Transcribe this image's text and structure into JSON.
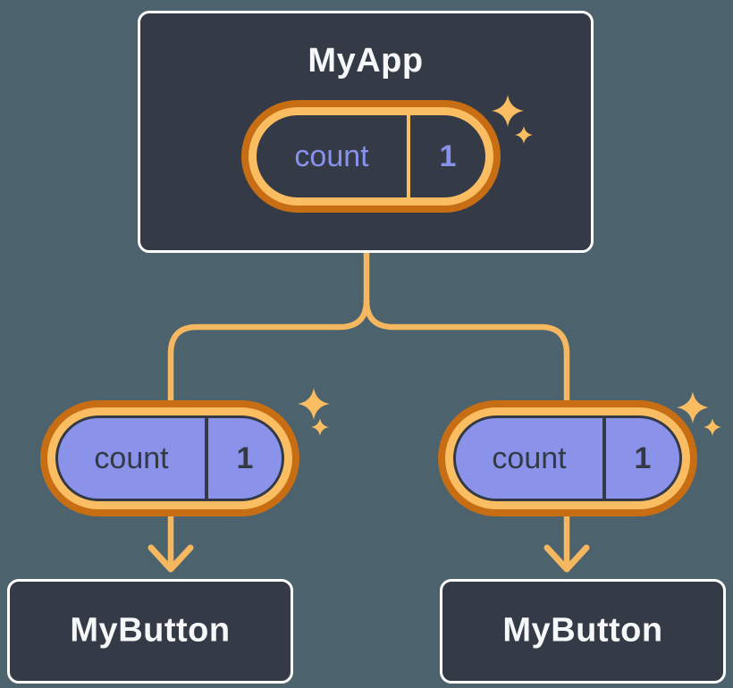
{
  "diagram": {
    "root": {
      "title": "MyApp",
      "state_pill": {
        "label": "count",
        "value": "1"
      }
    },
    "branches": [
      {
        "prop_pill": {
          "label": "count",
          "value": "1"
        },
        "child_title": "MyButton"
      },
      {
        "prop_pill": {
          "label": "count",
          "value": "1"
        },
        "child_title": "MyButton"
      }
    ],
    "icons": {
      "sparkle": "sparkle-icon",
      "arrowhead": "arrow-down-icon"
    },
    "colors": {
      "background": "#4C626D",
      "component_box_fill": "#343A46",
      "component_box_border": "#FFFFFF",
      "title_text": "#F6F7F9",
      "state_ring_dark_orange": "#C76E14",
      "state_ring_light_orange": "#FABD62",
      "connector_orange": "#F5B75F",
      "prop_pill_purple": "#8A92EA",
      "state_text_purple": "#8891EC",
      "dark_navy": "#333A46"
    }
  }
}
